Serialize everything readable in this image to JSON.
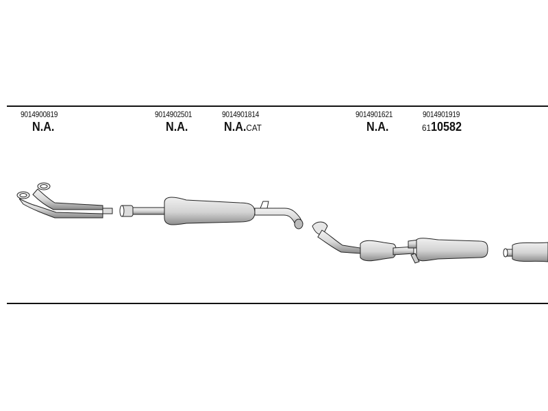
{
  "parts": [
    {
      "part_number": "9014900819",
      "availability": "N.A.",
      "suffix": ""
    },
    {
      "part_number": "9014902501",
      "availability": "N.A.",
      "suffix": ""
    },
    {
      "part_number": "9014901814",
      "availability": "N.A.",
      "suffix": "CAT"
    },
    {
      "part_number": "9014901621",
      "availability": "N.A.",
      "suffix": ""
    },
    {
      "part_number": "9014901919",
      "availability_prefix": "61",
      "availability": "10582",
      "suffix": ""
    }
  ]
}
